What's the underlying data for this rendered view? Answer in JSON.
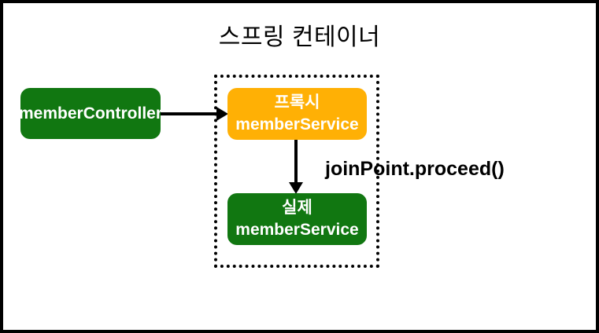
{
  "diagram": {
    "title": "스프링 컨테이너",
    "nodes": {
      "member_controller": {
        "label": "memberController",
        "fill": "#117711",
        "text_color": "#ffffff"
      },
      "proxy_service": {
        "line1": "프록시",
        "line2": "memberService",
        "fill": "#FFB005",
        "text_color": "#ffffff"
      },
      "real_service": {
        "line1": "실제",
        "line2": "memberService",
        "fill": "#117711",
        "text_color": "#ffffff"
      }
    },
    "annotation": "joinPoint.proceed()",
    "edges": [
      {
        "from": "member_controller",
        "to": "proxy_service",
        "direction": "right"
      },
      {
        "from": "proxy_service",
        "to": "real_service",
        "direction": "down",
        "label": "joinPoint.proceed()"
      }
    ],
    "colors": {
      "green": "#117711",
      "orange": "#FFB005",
      "border": "#000000",
      "background": "#ffffff"
    }
  }
}
